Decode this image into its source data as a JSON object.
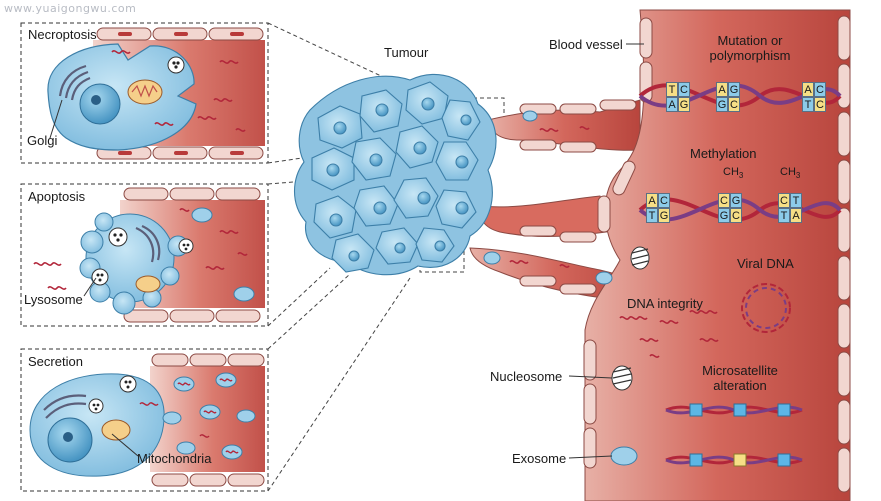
{
  "watermark": "www.yuaigongwu.com",
  "panels": {
    "necroptosis": "Necroptosis",
    "apoptosis": "Apoptosis",
    "secretion": "Secretion"
  },
  "labels": {
    "golgi": "Golgi",
    "lysosome": "Lysosome",
    "mitochondria": "Mitochondria",
    "tumour": "Tumour",
    "blood_vessel": "Blood vessel",
    "mutation": "Mutation or polymorphism",
    "methylation": "Methylation",
    "ch3": "CH3",
    "viral_dna": "Viral DNA",
    "dna_integrity": "DNA integrity",
    "nucleosome": "Nucleosome",
    "microsatellite": "Microsatellite alteration",
    "exosome": "Exosome"
  },
  "sequences": {
    "mutation_pairs": [
      [
        "T",
        "A"
      ],
      [
        "C",
        "G"
      ],
      [
        "A",
        "G"
      ],
      [
        "G",
        "C"
      ],
      [
        "A",
        "T"
      ],
      [
        "C",
        "C"
      ]
    ],
    "methylation_pairs": [
      [
        "A",
        "T"
      ],
      [
        "C",
        "G"
      ],
      [
        "C",
        "G"
      ],
      [
        "G",
        "C"
      ],
      [
        "C",
        "T"
      ],
      [
        "T",
        "A"
      ]
    ]
  },
  "colors": {
    "vessel": "#c8574e",
    "vessel_light": "#e4a79c",
    "cell": "#9fd0ea",
    "cell_dark": "#3d7fa8",
    "dna_red": "#b2263a",
    "dna_purple": "#7a3d85"
  }
}
